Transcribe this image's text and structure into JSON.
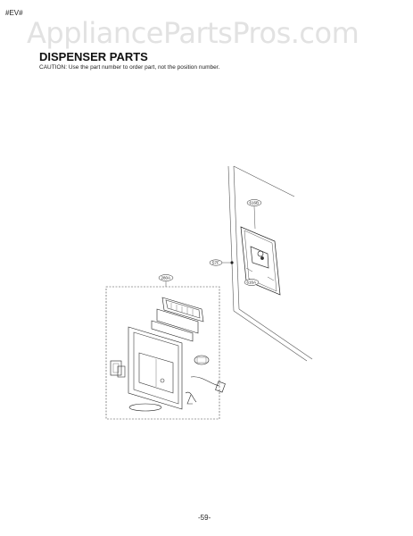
{
  "page_code": "#EV#",
  "watermark": "AppliancePartsPros.com",
  "title": "DISPENSER PARTS",
  "caution": "CAUTION: Use the part number to order part, not the position number.",
  "callouts": {
    "cover_top": "616B",
    "screw": "S7F",
    "cover_bottom": "616A",
    "dispenser_assembly": "280A"
  },
  "page_number": "-59-"
}
